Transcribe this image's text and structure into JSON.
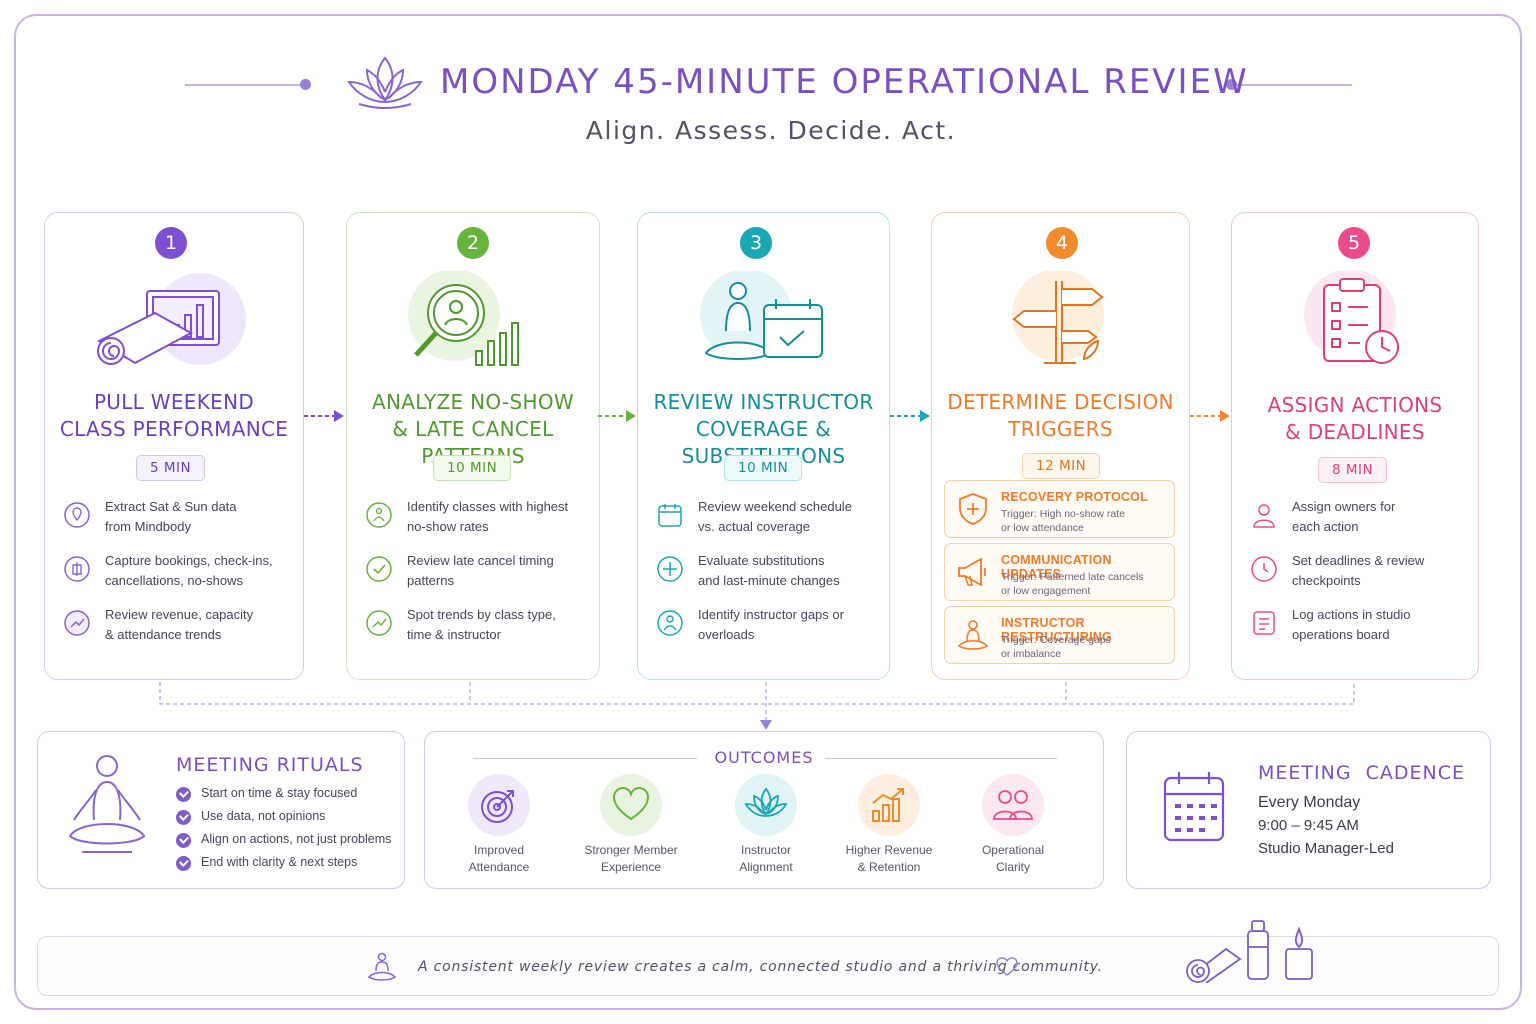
{
  "header": {
    "title": "MONDAY 45-MINUTE OPERATIONAL REVIEW",
    "subtitle": "Align. Assess. Decide. Act."
  },
  "colors": {
    "purple": "#7e4fd0",
    "green": "#66b33d",
    "teal": "#1aa7b3",
    "orange": "#f28a2e",
    "pink": "#ea4b8b"
  },
  "steps": [
    {
      "number": "1",
      "title_line1": "PULL WEEKEND",
      "title_line2": "CLASS PERFORMANCE",
      "duration": "5 MIN",
      "items": [
        {
          "line1": "Extract Sat & Sun data",
          "line2": "from Mindbody",
          "icon": "pin-icon"
        },
        {
          "line1": "Capture bookings, check-ins,",
          "line2": "cancellations, no-shows",
          "icon": "clipboard-icon"
        },
        {
          "line1": "Review revenue, capacity",
          "line2": "& attendance trends",
          "icon": "trend-icon"
        }
      ]
    },
    {
      "number": "2",
      "title_line1": "ANALYZE NO-SHOW",
      "title_line2": "& LATE CANCEL PATTERNS",
      "duration": "10 MIN",
      "items": [
        {
          "line1": "Identify classes with highest",
          "line2": "no-show rates",
          "icon": "meditation-icon"
        },
        {
          "line1": "Review late cancel timing",
          "line2": "patterns",
          "icon": "check-icon"
        },
        {
          "line1": "Spot trends by class type,",
          "line2": "time & instructor",
          "icon": "trend-icon"
        }
      ]
    },
    {
      "number": "3",
      "title_line1": "REVIEW INSTRUCTOR",
      "title_line2": "COVERAGE & SUBSTITUTIONS",
      "duration": "10 MIN",
      "items": [
        {
          "line1": "Review weekend schedule",
          "line2": "vs. actual coverage",
          "icon": "calendar-icon"
        },
        {
          "line1": "Evaluate substitutions",
          "line2": "and last-minute changes",
          "icon": "swap-icon"
        },
        {
          "line1": "Identify instructor gaps or",
          "line2": "overloads",
          "icon": "person-icon"
        }
      ]
    },
    {
      "number": "4",
      "title_line1": "DETERMINE DECISION",
      "title_line2": "TRIGGERS",
      "duration": "12 MIN",
      "triggers": [
        {
          "title": "RECOVERY PROTOCOL",
          "line1": "Trigger: High no-show rate",
          "line2": "or low attendance",
          "icon": "shield-icon"
        },
        {
          "title": "COMMUNICATION UPDATES",
          "line1": "Trigger: Patterned late cancels",
          "line2": "or low engagement",
          "icon": "megaphone-icon"
        },
        {
          "title": "INSTRUCTOR RESTRUCTURING",
          "line1": "Trigger: Coverage gaps",
          "line2": "or imbalance",
          "icon": "meditation-icon"
        }
      ]
    },
    {
      "number": "5",
      "title_line1": "ASSIGN ACTIONS",
      "title_line2": "& DEADLINES",
      "duration": "8 MIN",
      "items": [
        {
          "line1": "Assign owners for",
          "line2": "each action",
          "icon": "person-icon"
        },
        {
          "line1": "Set deadlines & review",
          "line2": "checkpoints",
          "icon": "clock-icon"
        },
        {
          "line1": "Log actions in studio",
          "line2": "operations board",
          "icon": "board-icon"
        }
      ]
    }
  ],
  "rituals": {
    "title": "MEETING RITUALS",
    "items": [
      "Start on time & stay focused",
      "Use data, not opinions",
      "Align on actions, not just problems",
      "End with clarity & next steps"
    ]
  },
  "outcomes": {
    "title": "OUTCOMES",
    "items": [
      {
        "line1": "Improved",
        "line2": "Attendance",
        "icon": "target-icon",
        "color": "#7e4fd0"
      },
      {
        "line1": "Stronger Member",
        "line2": "Experience",
        "icon": "heart-icon",
        "color": "#66b33d"
      },
      {
        "line1": "Instructor",
        "line2": "Alignment",
        "icon": "lotus-icon",
        "color": "#1aa7b3"
      },
      {
        "line1": "Higher Revenue",
        "line2": "& Retention",
        "icon": "growth-icon",
        "color": "#f28a2e"
      },
      {
        "line1": "Operational",
        "line2": "Clarity",
        "icon": "team-icon",
        "color": "#ea4b8b"
      }
    ]
  },
  "cadence": {
    "title": "MEETING  CADENCE",
    "day": "Every Monday",
    "time": "9:00 – 9:45 AM",
    "led": "Studio Manager-Led"
  },
  "footer": {
    "text": "A consistent weekly review creates a calm, connected studio and a thriving community."
  }
}
